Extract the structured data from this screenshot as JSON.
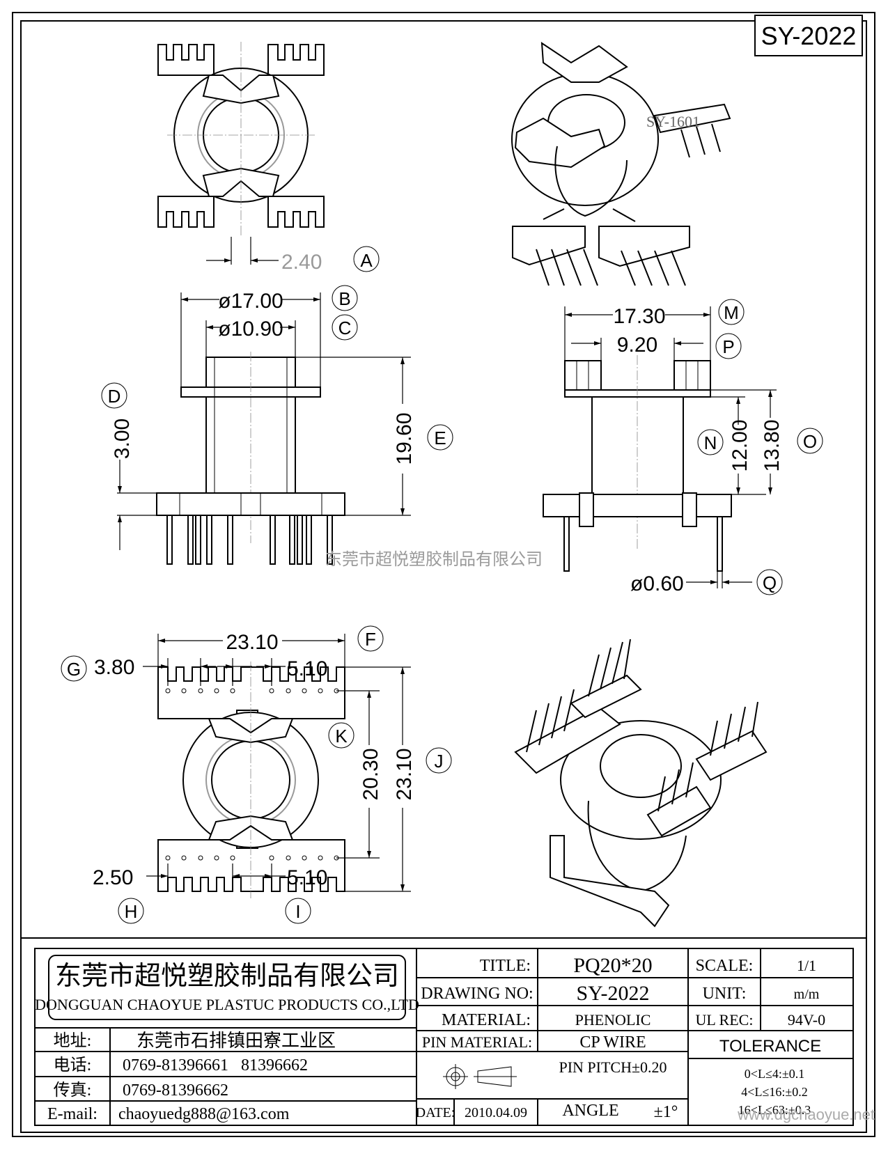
{
  "drawing": {
    "code_box": "SY-2022",
    "watermark": "东莞市超悦塑胶制品有限公司",
    "iso_label": "SY-1601",
    "footer_url": "www.dgchaoyue.net"
  },
  "dimensions": {
    "A": {
      "letter": "A",
      "value": "2.40"
    },
    "B": {
      "letter": "B",
      "value": "ø17.00"
    },
    "C": {
      "letter": "C",
      "value": "ø10.90"
    },
    "D": {
      "letter": "D",
      "value": "3.00"
    },
    "E": {
      "letter": "E",
      "value": "19.60"
    },
    "F": {
      "letter": "F",
      "value": "23.10"
    },
    "G": {
      "letter": "G",
      "value": "3.80"
    },
    "G2": {
      "value": "5.10"
    },
    "H": {
      "letter": "H",
      "value": "2.50"
    },
    "I": {
      "letter": "I",
      "value": "5.10"
    },
    "J": {
      "letter": "J",
      "value": "23.10"
    },
    "K": {
      "letter": "K",
      "value": "20.30"
    },
    "M": {
      "letter": "M",
      "value": "17.30"
    },
    "P": {
      "letter": "P",
      "value": "9.20"
    },
    "N": {
      "letter": "N",
      "value": "12.00"
    },
    "O": {
      "letter": "O",
      "value": "13.80"
    },
    "Q": {
      "letter": "Q",
      "value": "ø0.60"
    }
  },
  "title_block": {
    "company_cn": "东莞市超悦塑胶制品有限公司",
    "company_en": "DONGGUAN CHAOYUE PLASTUC PRODUCTS CO.,LTD",
    "address_label": "地址:",
    "address": "东莞市石排镇田寮工业区",
    "phone_label": "电话:",
    "phone": "0769-81396661   81396662",
    "fax_label": "传真:",
    "fax": "0769-81396662",
    "email_label": "E-mail:",
    "email": "chaoyuedg888@163.com",
    "title_label": "TITLE:",
    "title": "PQ20*20",
    "drawing_no_label": "DRAWING NO:",
    "drawing_no": "SY-2022",
    "material_label": "MATERIAL:",
    "material": "PHENOLIC",
    "pin_material_label": "PIN MATERIAL:",
    "pin_material": "CP WIRE",
    "pin_pitch": "PIN PITCH±0.20",
    "date_label": "DATE:",
    "date": "2010.04.09",
    "angle_label": "ANGLE",
    "angle": "±1°",
    "scale_label": "SCALE:",
    "scale": "1/1",
    "unit_label": "UNIT:",
    "unit": "m/m",
    "ul_label": "UL REC:",
    "ul": "94V-0",
    "tolerance_label": "TOLERANCE",
    "tol1": "0<L≤4:±0.1",
    "tol2": "4<L≤16:±0.2",
    "tol3": "16<L≤63:±0.3"
  }
}
